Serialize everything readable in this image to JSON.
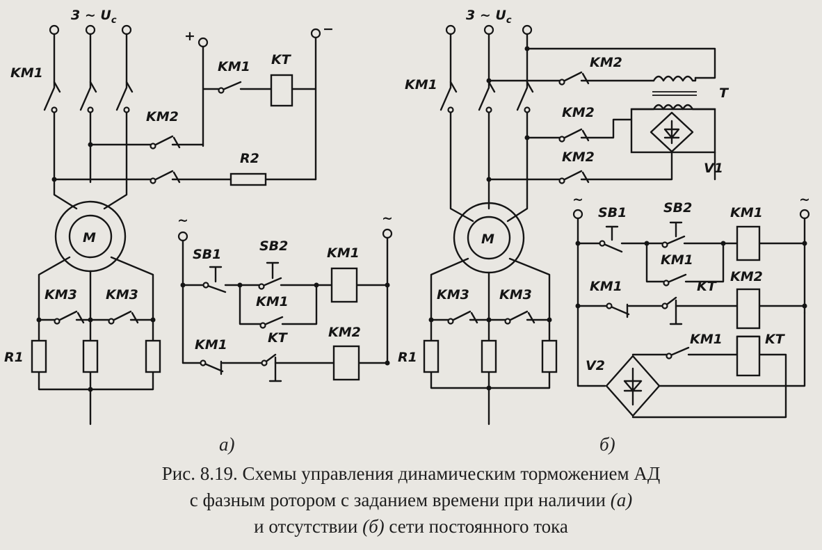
{
  "diagram_a": {
    "supply_ac": "3 ~ U",
    "supply_ac_sub": "c",
    "dc_plus": "+",
    "dc_minus": "−",
    "motor": "M",
    "labels": {
      "km1_main": "KM1",
      "km1_dc": "KM1",
      "kt_coil": "KT",
      "km2_top": "KM2",
      "r2": "R2",
      "km3_left": "KM3",
      "km3_right": "KM3",
      "r1": "R1",
      "ctrl_ac_left": "~",
      "ctrl_ac_right": "~",
      "sb1": "SB1",
      "sb2": "SB2",
      "km1_coil": "KM1",
      "km1_hold": "KM1",
      "km1_nc": "KM1",
      "kt_contact": "KT",
      "km2_coil": "KM2"
    },
    "sub_label": "а)"
  },
  "diagram_b": {
    "supply_ac": "3 ~ U",
    "supply_ac_sub": "c",
    "motor": "M",
    "labels": {
      "km1_main": "KM1",
      "km2_1": "KM2",
      "km2_2": "KM2",
      "km2_3": "KM2",
      "transformer": "T",
      "rectifier_v1": "V1",
      "km3_left": "KM3",
      "km3_right": "KM3",
      "r1": "R1",
      "ctrl_ac_left": "~",
      "ctrl_ac_right": "~",
      "sb1": "SB1",
      "sb2": "SB2",
      "km1_coil": "KM1",
      "km1_hold": "KM1",
      "km2_coil": "KM2",
      "km1_nc": "KM1",
      "kt_contact": "KT",
      "km1_dc": "KM1",
      "kt_coil": "KT",
      "rectifier_v2": "V2"
    },
    "sub_label": "б)"
  },
  "caption": {
    "line1": "Рис. 8.19. Схемы управления динамическим торможением АД",
    "line2_a": "с фазным ротором с заданием времени при наличии ",
    "line2_b": "(а)",
    "line3_a": "и отсутствии ",
    "line3_b": "(б)",
    "line3_c": " сети постоянного тока"
  }
}
